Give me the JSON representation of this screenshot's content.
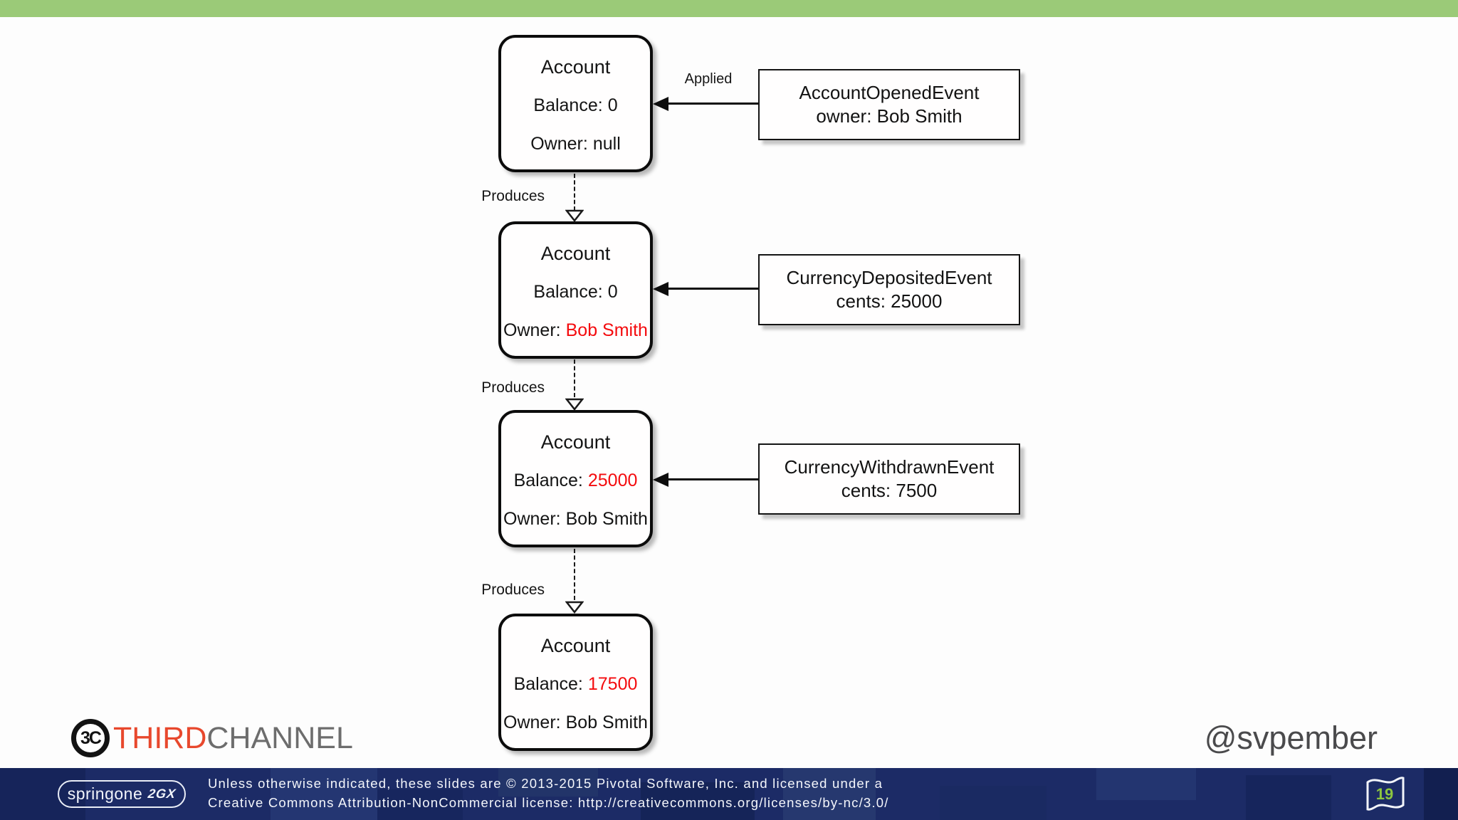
{
  "slide": {
    "page_number": "19",
    "handle": "@svpember",
    "footer_license_line1": "Unless otherwise indicated, these slides are © 2013-2015 Pivotal Software, Inc. and licensed under a",
    "footer_license_line2": "Creative Commons Attribution-NonCommercial license: http://creativecommons.org/licenses/by-nc/3.0/"
  },
  "branding": {
    "logo_icon_text": "3C",
    "logo_word_red": "THIRD",
    "logo_word_gray": "CHANNEL",
    "conference_name": "springone",
    "conference_suffix": "2GX"
  },
  "colors": {
    "accent_green": "#9bca78",
    "highlight_red": "#f40b0e",
    "footer_navy": "#1c2b66",
    "logo_red": "#e8482d",
    "logo_gray": "#6d6d6d",
    "page_number_green": "#8dc63f"
  },
  "diagram": {
    "produces_label": "Produces",
    "nodes": [
      {
        "title": "Account",
        "lines": [
          {
            "label": "Balance:",
            "value": "0",
            "highlight": false
          },
          {
            "label": "Owner:",
            "value": "null",
            "highlight": false
          }
        ]
      },
      {
        "title": "Account",
        "lines": [
          {
            "label": "Balance:",
            "value": "0",
            "highlight": false
          },
          {
            "label": "Owner:",
            "value": "Bob Smith",
            "highlight": true
          }
        ]
      },
      {
        "title": "Account",
        "lines": [
          {
            "label": "Balance:",
            "value": "25000",
            "highlight": true
          },
          {
            "label": "Owner:",
            "value": "Bob Smith",
            "highlight": false
          }
        ]
      },
      {
        "title": "Account",
        "lines": [
          {
            "label": "Balance:",
            "value": "17500",
            "highlight": true
          },
          {
            "label": "Owner:",
            "value": "Bob Smith",
            "highlight": false
          }
        ]
      }
    ],
    "events": [
      {
        "name": "AccountOpenedEvent",
        "detail": "owner: Bob Smith",
        "edge_label": "Applied"
      },
      {
        "name": "CurrencyDepositedEvent",
        "detail": "cents: 25000",
        "edge_label": ""
      },
      {
        "name": "CurrencyWithdrawnEvent",
        "detail": "cents: 7500",
        "edge_label": ""
      }
    ]
  }
}
